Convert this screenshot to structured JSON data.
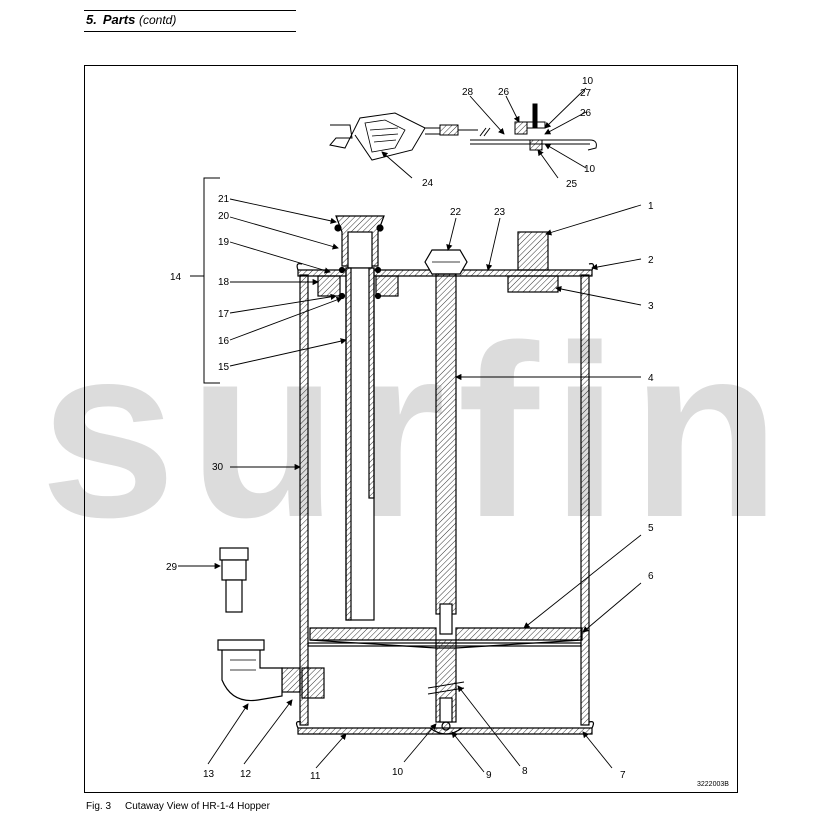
{
  "header": {
    "section_number": "5.",
    "section_title": "Parts",
    "section_suffix": "(contd)"
  },
  "watermark": "surfin",
  "figure": {
    "label": "Fig. 3",
    "caption": "Cutaway View of HR-1-4 Hopper",
    "drawing_number": "3222003B"
  },
  "callouts": {
    "c1": "1",
    "c2": "2",
    "c3": "3",
    "c4": "4",
    "c5": "5",
    "c6": "6",
    "c7": "7",
    "c8": "8",
    "c9": "9",
    "c10a": "10",
    "c10b": "10",
    "c10c": "10",
    "c11": "11",
    "c12": "12",
    "c13": "13",
    "c14": "14",
    "c15": "15",
    "c16": "16",
    "c17": "17",
    "c18": "18",
    "c19": "19",
    "c20": "20",
    "c21": "21",
    "c22": "22",
    "c23": "23",
    "c24": "24",
    "c25": "25",
    "c26a": "26",
    "c26b": "26",
    "c27": "27",
    "c28": "28",
    "c29": "29",
    "c30": "30"
  }
}
